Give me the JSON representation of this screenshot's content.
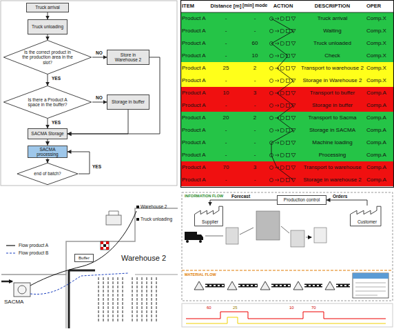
{
  "diagram": {
    "nodes": [
      {
        "text": [
          "Truck arrival"
        ]
      },
      {
        "text": [
          "Truck unloading"
        ]
      },
      {
        "text": [
          "Is the correct product in the production area in the slot?"
        ]
      },
      {
        "text": [
          "Store in Warehouse 2"
        ]
      },
      {
        "text": [
          "Is there a Product A space in the buffer?"
        ]
      },
      {
        "text": [
          "Storage in buffer"
        ]
      },
      {
        "text": [
          "SACMA Storage"
        ]
      },
      {
        "text": [
          "SACMA processing"
        ]
      },
      {
        "text": [
          "end of batch?"
        ]
      },
      {
        "text": [
          "Buffer"
        ]
      },
      {
        "text": [
          "Supplier"
        ]
      },
      {
        "text": [
          "Production control"
        ]
      },
      {
        "text": [
          "Customer"
        ]
      }
    ],
    "edges": [
      {
        "from": 0,
        "to": 1,
        "arrow": "to"
      },
      {
        "from": 1,
        "to": 2,
        "arrow": "to"
      },
      {
        "from": 2,
        "to": 4,
        "arrow": "to",
        "label": "YES"
      },
      {
        "from": 2,
        "to": 3,
        "arrow": "to",
        "label": "NO"
      },
      {
        "from": 3,
        "to": 6,
        "arrow": "to"
      },
      {
        "from": 4,
        "to": 5,
        "arrow": "to",
        "label": "NO"
      },
      {
        "from": 4,
        "to": 6,
        "arrow": "to",
        "label": "YES"
      },
      {
        "from": 5,
        "to": 6,
        "arrow": "to"
      },
      {
        "from": 6,
        "to": 7,
        "arrow": "to"
      },
      {
        "from": 7,
        "to": 8,
        "arrow": "to"
      },
      {
        "from": 8,
        "to": 7,
        "arrow": "to",
        "label": "YES"
      },
      {
        "from": 11,
        "to": 10,
        "arrow": "to",
        "label": "Forecast"
      },
      {
        "from": 12,
        "to": 11,
        "arrow": "to",
        "label": "Orders"
      }
    ],
    "labels": [
      "ITEM",
      "Distance [m]",
      "[min] mode",
      "ACTION",
      "DESCRIPTION",
      "OPER",
      "Product A",
      "-",
      "-",
      "Truck arrival",
      "Comp.X",
      "Product A",
      "-",
      "-",
      "Waiting",
      "Comp.X",
      "Product A",
      "-",
      "60",
      "Truck unloaded",
      "Comp.X",
      "Product A",
      "-",
      "10",
      "Check",
      "Comp.X",
      "Product A",
      "25",
      "2",
      "Transport to warehouse 2",
      "Comp.X",
      "Product A",
      "-",
      "-",
      "Storage in Warehouse 2",
      "Comp.X",
      "Product A",
      "10",
      "3",
      "Transport to buffer",
      "Comp.A",
      "Product A",
      "-",
      "-",
      "Storage in buffer",
      "Comp.A",
      "Product A",
      "20",
      "2",
      "Transport to Sacma",
      "Comp.A",
      "Product A",
      "-",
      "-",
      "Storage in SACMA",
      "Comp.A",
      "Product A",
      "-",
      "-",
      "Machine loading",
      "Comp.A",
      "Product A",
      "-",
      "-",
      "Processing",
      "Comp.A",
      "Product A",
      "70",
      "3",
      "Transport to warehouse",
      "Comp.A",
      "Product A",
      "-",
      "-",
      "Storage in warehouse 2",
      "Comp.A",
      "Warehouse 2",
      "SACMA",
      "Warehouse 2",
      "Truck unloading",
      "INFORMATION FLOW",
      "MATERIAL FLOW",
      "60",
      "25",
      "10",
      "70"
    ],
    "legend": [
      {
        "text": "Flow product A"
      },
      {
        "text": "Flow product B"
      }
    ]
  }
}
